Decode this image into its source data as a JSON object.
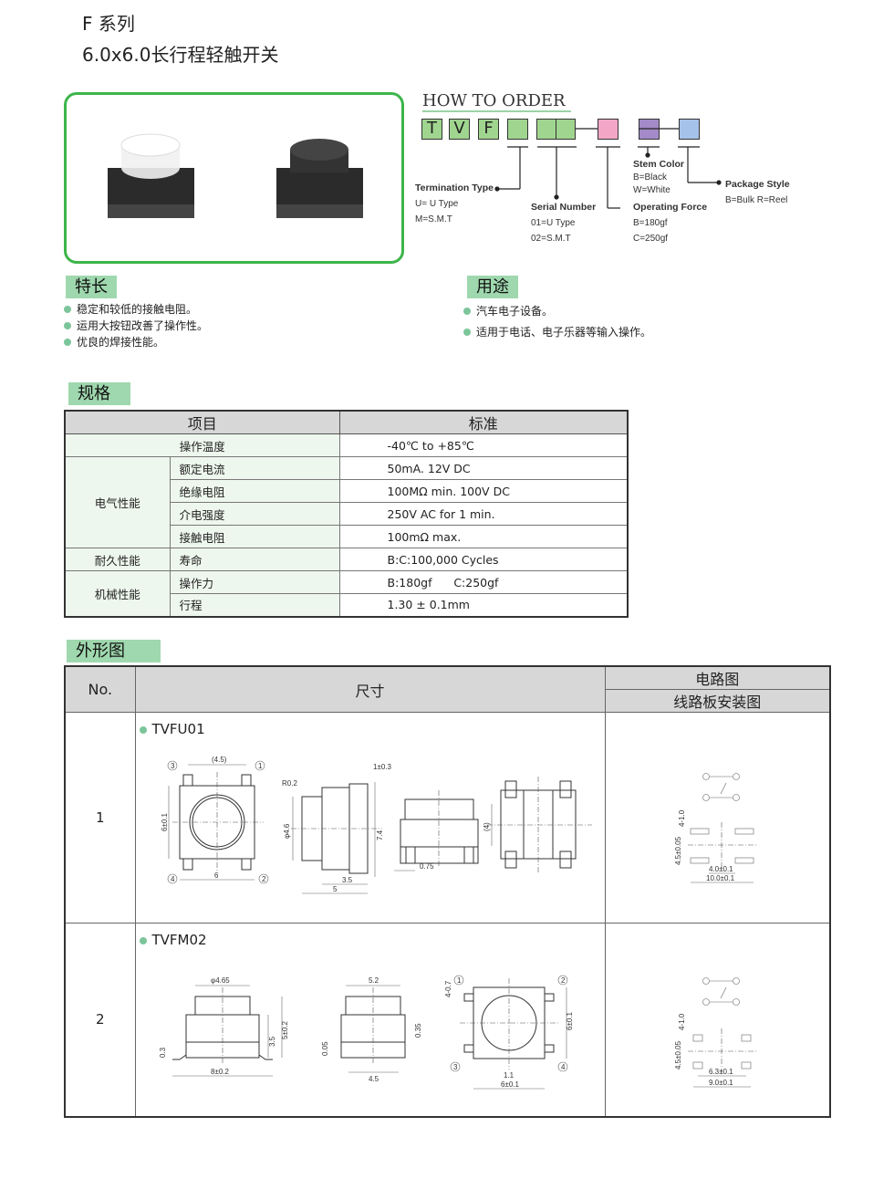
{
  "header": {
    "series": "F 系列",
    "title": "6.0x6.0长行程轻触开关"
  },
  "order": {
    "title": "HOW TO ORDER",
    "codes": [
      "T",
      "V",
      "F"
    ],
    "colors": {
      "green": "#9fd58f",
      "pink": "#f4a6c6",
      "purple": "#a48ac8",
      "blue": "#a5c3ea",
      "frame": "#3db54a"
    },
    "termination": {
      "label": "Termination Type",
      "opts": [
        "U= U Type",
        "M=S.M.T"
      ]
    },
    "serial": {
      "label": "Serial Number",
      "opts": [
        "01=U Type",
        "02=S.M.T"
      ]
    },
    "force": {
      "label": "Operating Force",
      "opts": [
        "B=180gf",
        "C=250gf"
      ]
    },
    "stem": {
      "label": "Stem Color",
      "opts": [
        "B=Black",
        "W=White"
      ]
    },
    "package": {
      "label": "Package Style",
      "opts": [
        "B=Bulk R=Reel"
      ]
    }
  },
  "features": {
    "title": "特长",
    "items": [
      "稳定和较低的接触电阻。",
      "运用大按钮改善了操作性。",
      "优良的焊接性能。"
    ]
  },
  "usage": {
    "title": "用途",
    "items": [
      "汽车电子设备。",
      "适用于电话、电子乐器等输入操作。"
    ]
  },
  "spec": {
    "title": "规格",
    "headers": [
      "项目",
      "标准"
    ],
    "groups": [
      "电气性能",
      "耐久性能",
      "机械性能"
    ],
    "rows": [
      {
        "item": "操作温度",
        "value": "-40℃ to +85℃"
      },
      {
        "item": "额定电流",
        "value": "50mA. 12V DC"
      },
      {
        "item": "绝缘电阻",
        "value": "100MΩ min. 100V DC"
      },
      {
        "item": "介电强度",
        "value": "250V AC for 1 min."
      },
      {
        "item": "接触电阻",
        "value": "100mΩ max."
      },
      {
        "item": "寿命",
        "value": "B:C:100,000 Cycles"
      },
      {
        "item": "操作力",
        "value": "B:180gf      C:250gf"
      },
      {
        "item": "行程",
        "value": "1.30 ± 0.1mm"
      }
    ]
  },
  "outline": {
    "title": "外形图",
    "headers": {
      "no": "No.",
      "size": "尺寸",
      "circuit": "电路图",
      "pcb": "线路板安装图"
    },
    "rows": [
      {
        "no": "1",
        "model": "TVFU01",
        "dims": [
          "(4.5)",
          "6±0.1",
          "6",
          "R0.2",
          "φ4.6",
          "1±0.3",
          "7.4",
          "3.5",
          "5",
          "0.75",
          "(4)"
        ],
        "pcb": [
          "4-1.0",
          "4.5±0.05",
          "4.0±0.1",
          "10.0±0.1"
        ]
      },
      {
        "no": "2",
        "model": "TVFM02",
        "dims": [
          "φ4.65",
          "0.3",
          "3.5",
          "5±0.2",
          "8±0.2",
          "5.2",
          "0.05",
          "0.35",
          "4.5",
          "4-0.7",
          "6±0.1",
          "1.1",
          "6±0.1"
        ],
        "pcb": [
          "4-1.0",
          "4.5±0.05",
          "6.3±0.1",
          "9.0±0.1"
        ]
      }
    ],
    "pins": [
      "1",
      "2",
      "3",
      "4"
    ]
  }
}
